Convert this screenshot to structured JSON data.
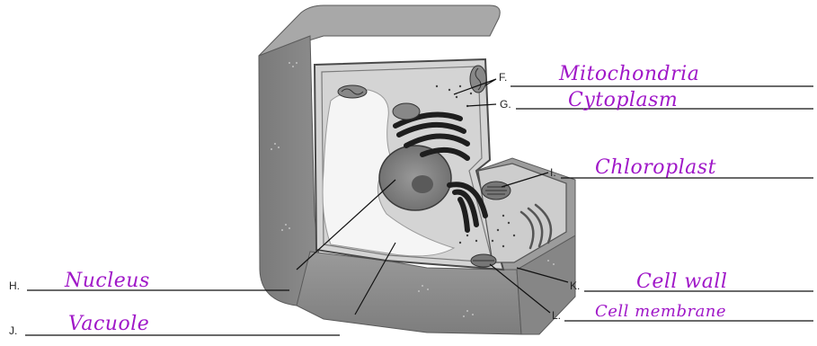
{
  "diagram": {
    "labels": [
      {
        "letter": "F.",
        "answer": "Mitochondria"
      },
      {
        "letter": "G.",
        "answer": "Cytoplasm"
      },
      {
        "letter": "I.",
        "answer": "Chloroplast"
      },
      {
        "letter": "H.",
        "answer": "Nucleus"
      },
      {
        "letter": "J.",
        "answer": "Vacuole"
      },
      {
        "letter": "K.",
        "answer": "Cell wall"
      },
      {
        "letter": "L.",
        "answer": "Cell membrane"
      }
    ],
    "colors": {
      "cell_wall": "#8e8e8e",
      "cell_wall_dark": "#6f6f6f",
      "cytoplasm": "#cfcfcf",
      "vacuole": "#f4f4f4",
      "handwriting": "#a018c8"
    }
  }
}
